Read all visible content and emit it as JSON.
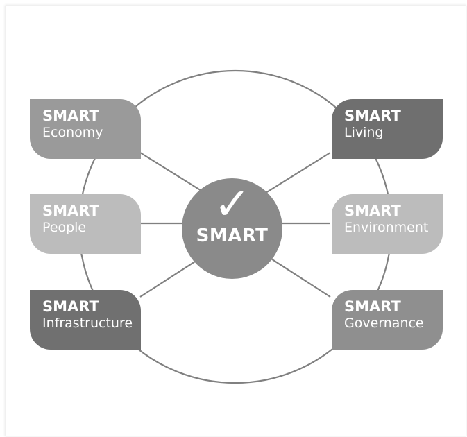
{
  "center": {
    "check": "✓",
    "label": "SMART"
  },
  "cards": {
    "economy": {
      "title": "SMART",
      "subtitle": "Economy",
      "color": "#9a9a9a"
    },
    "people": {
      "title": "SMART",
      "subtitle": "People",
      "color": "#bcbcbc"
    },
    "infrastructure": {
      "title": "SMART",
      "subtitle": "Infrastructure",
      "color": "#707070"
    },
    "living": {
      "title": "SMART",
      "subtitle": "Living",
      "color": "#6f6f6f"
    },
    "environment": {
      "title": "SMART",
      "subtitle": "Environment",
      "color": "#bcbcbc"
    },
    "governance": {
      "title": "SMART",
      "subtitle": "Governance",
      "color": "#8f8f8f"
    }
  },
  "colors": {
    "ring": "#808080",
    "center": "#8a8a8a"
  }
}
